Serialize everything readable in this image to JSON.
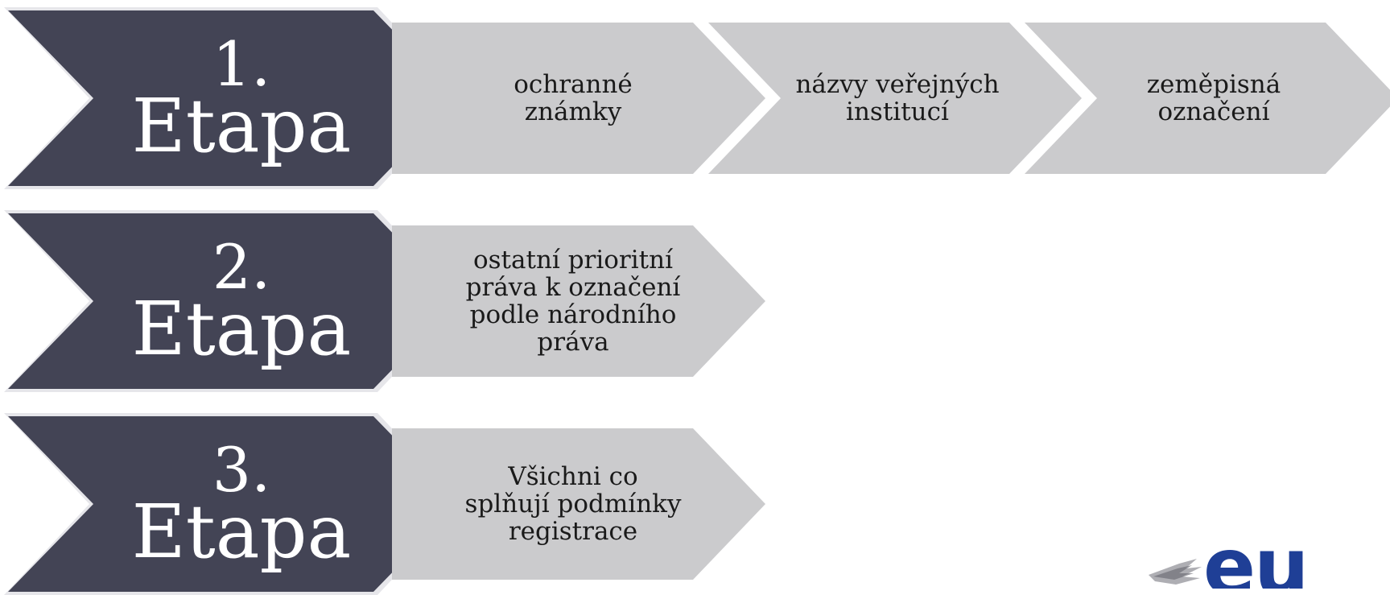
{
  "stages": [
    {
      "number": "1.",
      "word": "Etapa",
      "items": [
        "ochranné\nznámky",
        "názvy veřejných\ninstitucí",
        "zeměpisná\noznačení"
      ]
    },
    {
      "number": "2.",
      "word": "Etapa",
      "items": [
        "ostatní prioritní\npráva k označení\npodle národního\npráva"
      ]
    },
    {
      "number": "3.",
      "word": "Etapa",
      "items": [
        "Všichni co\nsplňují podmínky\nregistrace"
      ]
    }
  ],
  "logo": {
    "text": "eu",
    "color": "#1f3f96"
  },
  "colors": {
    "stage_fill": "#434455",
    "stage_border": "#e6e6ea",
    "item_fill": "#cbcbcd",
    "stage_text": "#ffffff",
    "item_text": "#1a1a1a"
  }
}
